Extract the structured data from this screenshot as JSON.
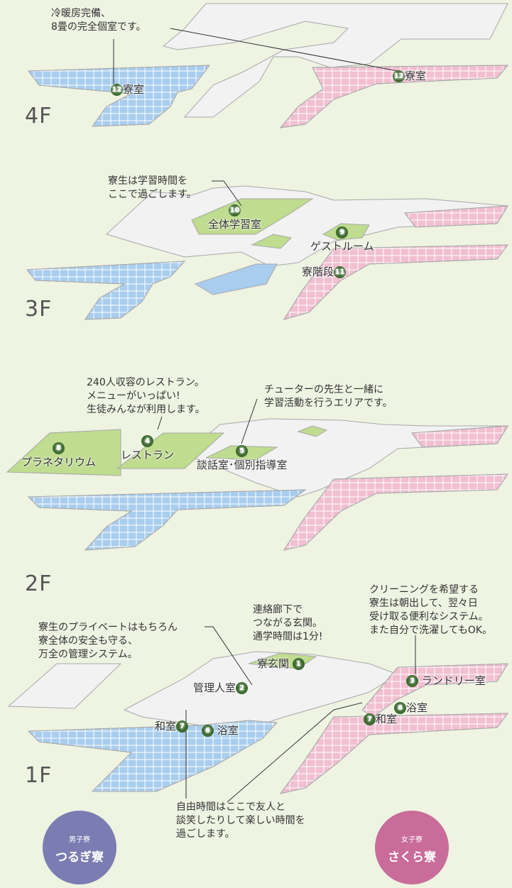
{
  "floors": {
    "f4": "4F",
    "f3": "3F",
    "f2": "2F",
    "f1": "1F"
  },
  "notes": {
    "n4": [
      "冷暖房完備、",
      "8畳の完全個室です。"
    ],
    "n3": [
      "寮生は学習時間を",
      "ここで過ごします。"
    ],
    "n2a": [
      "240人収容のレストラン。",
      "メニューがいっぱい!",
      "生徒みんなが利用します。"
    ],
    "n2b": [
      "チューターの先生と一緒に",
      "学習活動を行うエリアです。"
    ],
    "n1a": [
      "寮生のプライベートはもちろん",
      "寮全体の安全も守る、",
      "万全の管理システム。"
    ],
    "n1b": [
      "連絡廊下で",
      "つながる玄関。",
      "通学時間は1分!"
    ],
    "n1c": [
      "クリーニングを希望する",
      "寮生は朝出して、翌々日",
      "受け取る便利なシステム。",
      "また自分で洗濯してもOK。"
    ],
    "n1d": [
      "自由時間はここで友人と",
      "談笑したりして楽しい時間を",
      "過ごします。"
    ]
  },
  "labels": {
    "dorm_room": "寮室",
    "study": "全体学習室",
    "guest": "ゲストルーム",
    "stairs": "寮階段",
    "planetarium": "プラネタリウム",
    "restaurant": "レストラン",
    "talk": "談話室･個別指導室",
    "entrance": "寮玄関",
    "manager": "管理人室",
    "laundry": "ランドリー室",
    "bath": "浴室",
    "japanese": "和室"
  },
  "nums": {
    "n1": "1",
    "n2": "2",
    "n3": "3",
    "n4": "4",
    "n5": "5",
    "n6": "6",
    "n7": "7",
    "n8": "8",
    "n9": "9",
    "n10": "10",
    "n11": "11",
    "n12": "12"
  },
  "dorms": {
    "boys": {
      "small": "男子寮",
      "big": "つるぎ寮",
      "color": "#7b7db2"
    },
    "girls": {
      "small": "女子寮",
      "big": "さくら寮",
      "color": "#c96c9a"
    }
  },
  "colors": {
    "boys_rooms": "#a9cdee",
    "girls_rooms": "#f1bfd0",
    "common": "#bfdc8f",
    "floor": "#f2f2f2",
    "wall": "#a8a8a8"
  }
}
